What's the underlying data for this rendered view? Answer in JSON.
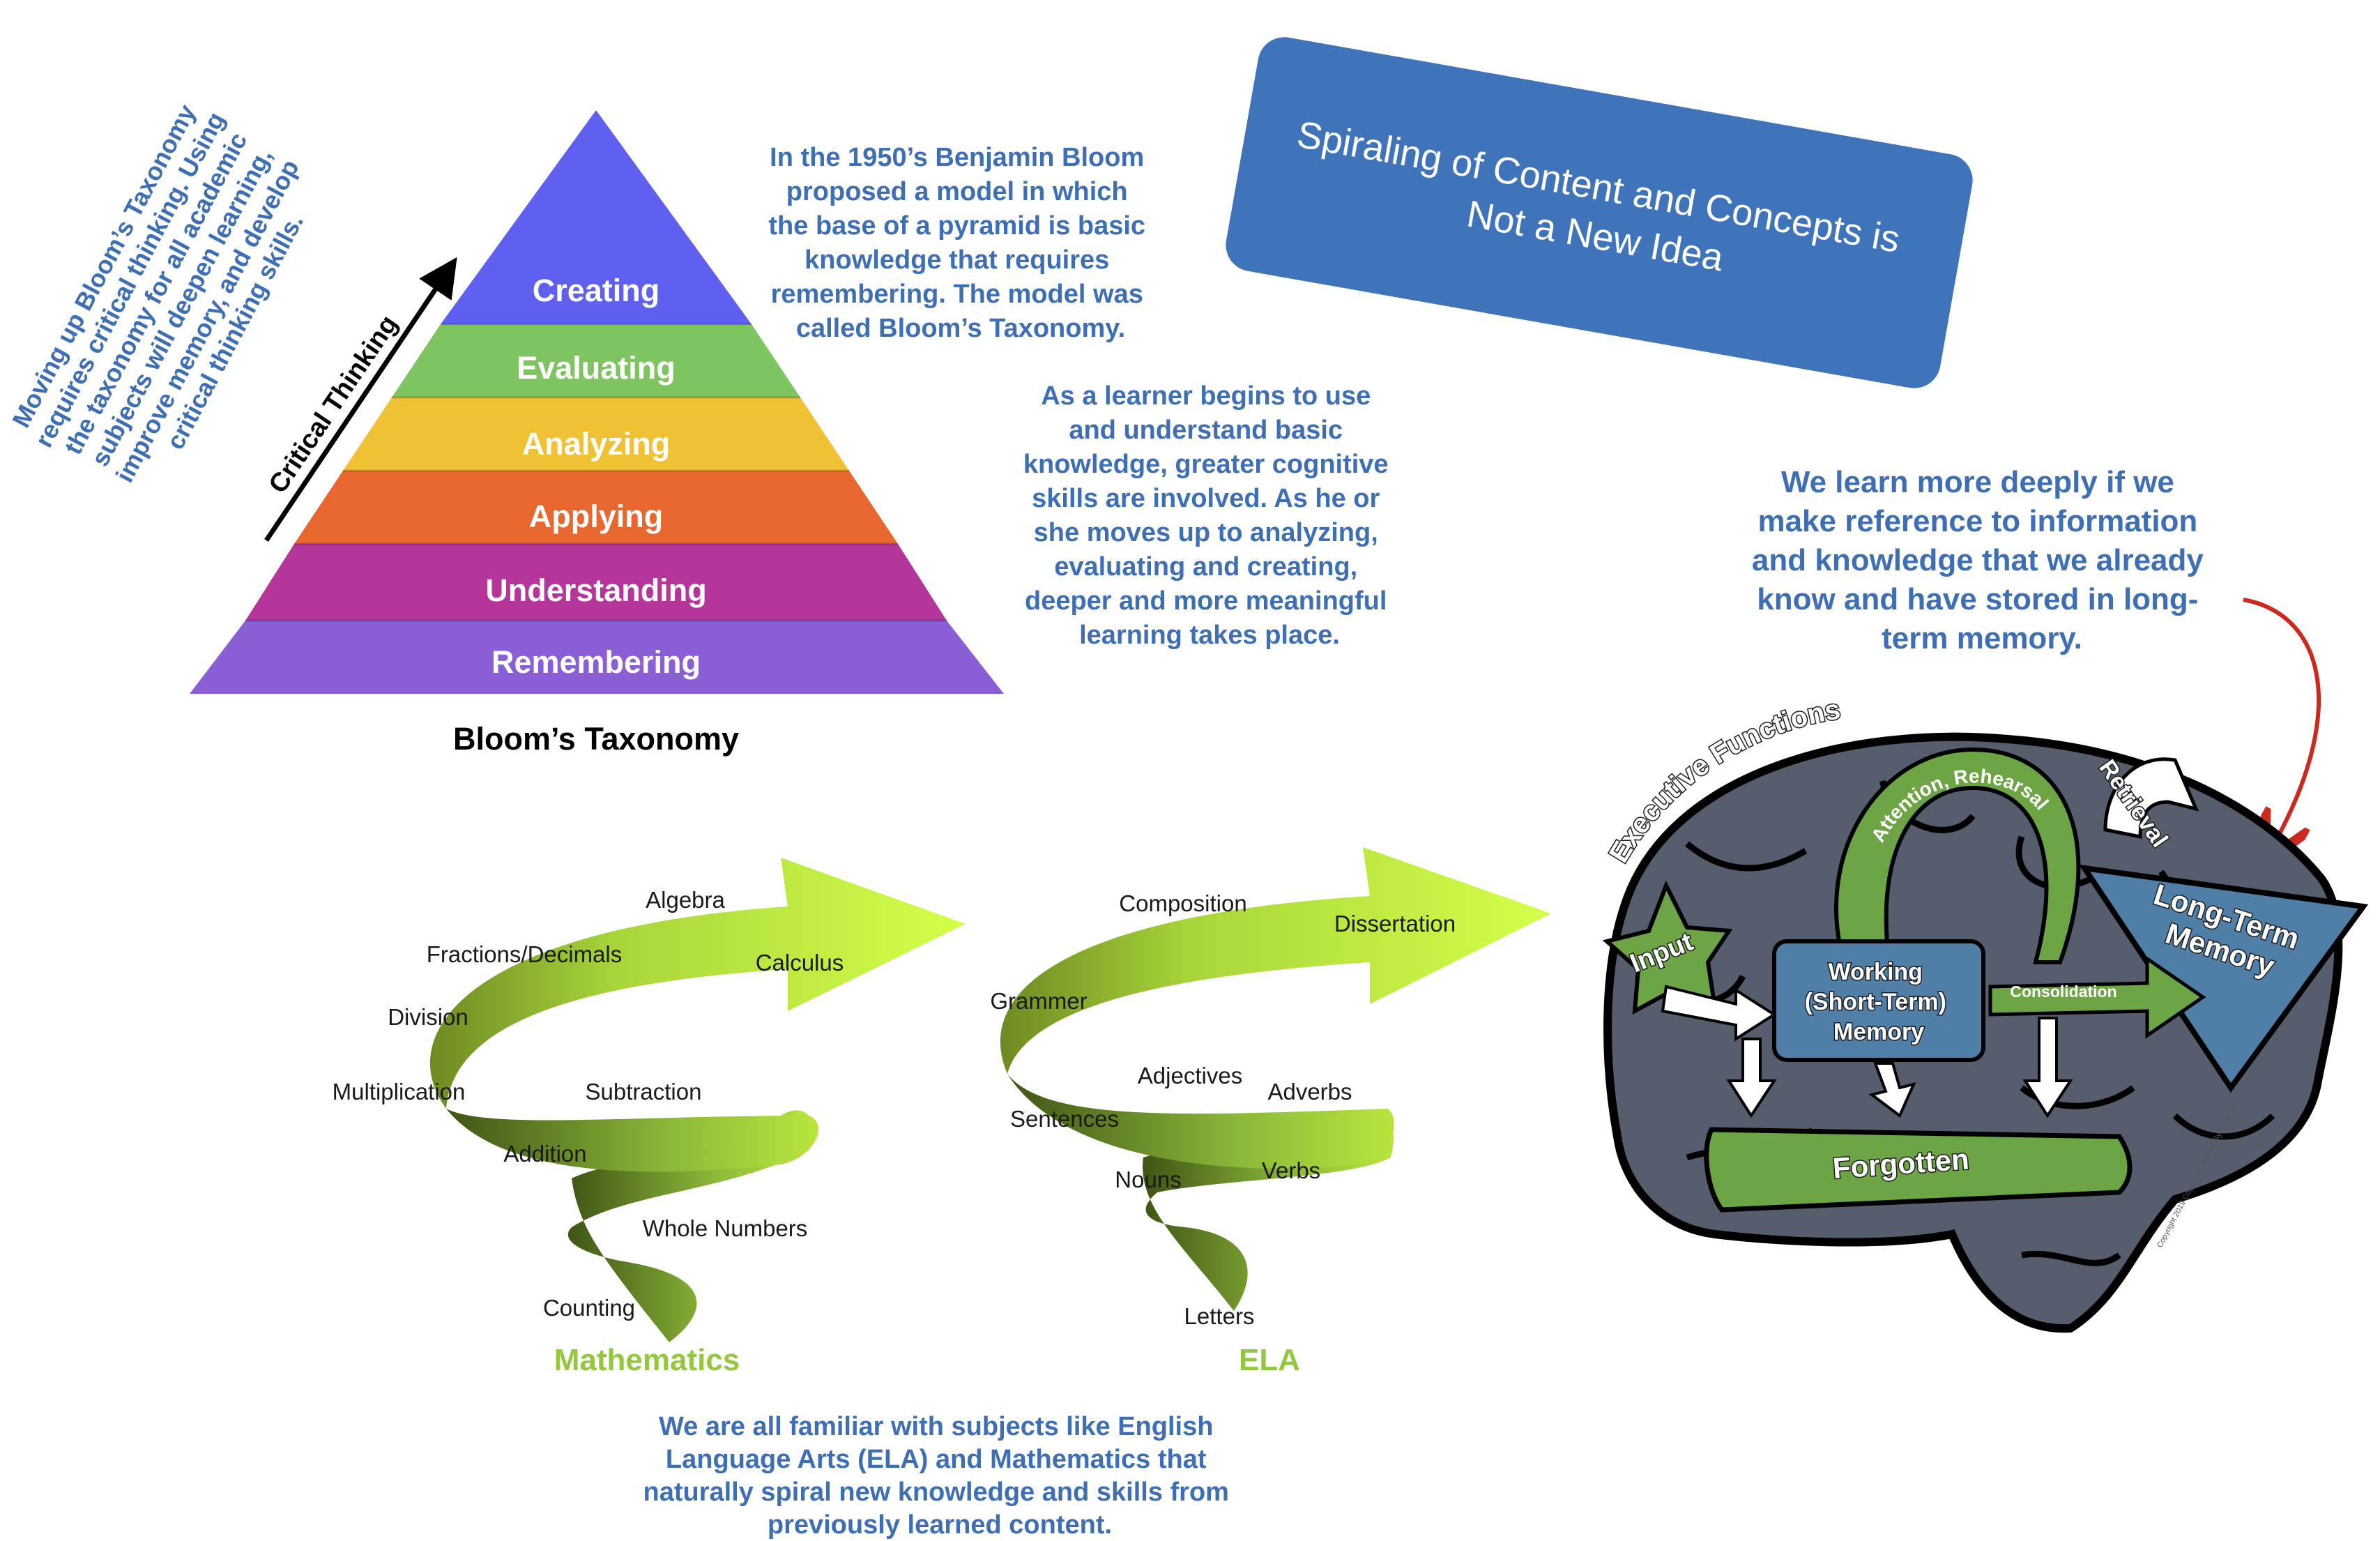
{
  "bloom": {
    "layers": [
      {
        "label": "Creating",
        "color": "#6060f0"
      },
      {
        "label": "Evaluating",
        "color": "#7ec460"
      },
      {
        "label": "Analyzing",
        "color": "#f0c233"
      },
      {
        "label": "Applying",
        "color": "#e8672f"
      },
      {
        "label": "Understanding",
        "color": "#b5359a"
      },
      {
        "label": "Remembering",
        "color": "#8a5fd6"
      }
    ],
    "title": "Bloom’s Taxonomy",
    "arrow_label": "Critical Thinking",
    "side_text": [
      "Moving up Bloom’s Taxonomy",
      "requires critical thinking. Using",
      "the taxonomy for all academic",
      "subjects will deepen learning,",
      "improve memory, and develop",
      "critical thinking skills."
    ]
  },
  "intro_text": [
    "In the 1950’s Benjamin Bloom",
    "proposed a model in which",
    "the base of a pyramid is basic",
    "knowledge that requires",
    "remembering. The model was",
    "called Bloom’s Taxonomy."
  ],
  "learner_text": [
    "As a learner begins to use",
    "and understand basic",
    "knowledge, greater cognitive",
    "skills are involved. As he or",
    "she moves up to analyzing,",
    "evaluating and creating,",
    "deeper and more meaningful",
    "learning takes place."
  ],
  "banner": {
    "lines": [
      "Spiraling of Content and Concepts is",
      "Not a New Idea"
    ],
    "color": "#3f74ba"
  },
  "memory_text": [
    "We learn more deeply if we",
    "make reference to information",
    "and knowledge that we already",
    "know and have stored in long-",
    "term memory."
  ],
  "math_spiral": {
    "title": "Mathematics",
    "labels": [
      "Algebra",
      "Fractions/Decimals",
      "Calculus",
      "Division",
      "Multiplication",
      "Subtraction",
      "Addition",
      "Whole Numbers",
      "Counting"
    ]
  },
  "ela_spiral": {
    "title": "ELA",
    "labels": [
      "Composition",
      "Dissertation",
      "Grammer",
      "Adjectives",
      "Adverbs",
      "Sentences",
      "Nouns",
      "Verbs",
      "Letters"
    ]
  },
  "bottom_text": [
    "We are all familiar with subjects like English",
    "Language Arts (ELA) and Mathematics that",
    "naturally spiral new knowledge and skills from",
    "previously learned content."
  ],
  "brain": {
    "executive": "Executive Functions",
    "input": "Input",
    "working": [
      "Working",
      "(Short-Term)",
      "Memory"
    ],
    "attention": "Attention, Rehearsal",
    "retrieval": "Retrieval",
    "long_term": [
      "Long-Term",
      "Memory"
    ],
    "consolidation": "Consolidation",
    "forgotten": "Forgotten",
    "copyright": "Copyright 2019 Cognitive Learning Systems, Inc."
  },
  "colors": {
    "text_blue": "#3e6eb3",
    "spiral_green": "#b8e63c",
    "spiral_title": "#93c83e",
    "brain_green": "#6ea544",
    "brain_blue": "#4f7fa6",
    "brain_gray": "#565e6e",
    "arrow_red": "#cc2a1e"
  }
}
